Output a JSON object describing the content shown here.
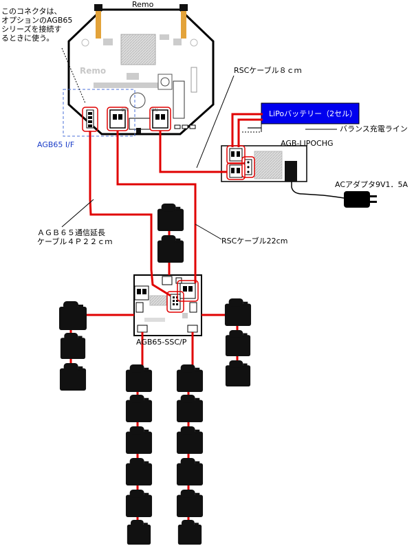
{
  "labels": {
    "remo_title": "Remo",
    "board_logo": "Remo",
    "connector_note": "このコネクタは、\nオプションのAGB65\nシリーズを接続す\nるときに使う。",
    "agb65_if": "AGB65 I/F",
    "rsc_cable_8cm": "RSCケーブル８ｃｍ",
    "lipo_battery": "LiPoバッテリー（2セル）",
    "balance_line": "バランス充電ライン",
    "agb_lipochg": "AGB-LIPOCHG",
    "ac_adapter": "ACアダプタ9V1．5A",
    "agb65_cable": "ＡＧＢ６５通信延長\nケーブル４Ｐ２２ｃｍ",
    "rsc_cable_22cm": "RSCケーブル22cm",
    "agb65_ssc": "AGB65-SSC/P",
    "pcb_off": "OFF",
    "pcb_on": "ON"
  },
  "colors": {
    "wire": "#e00000",
    "board_outline": "#000000",
    "battery_fill": "#0000ee",
    "label_blue": "#1a3cc8",
    "dashed_box": "#4a6fd8",
    "ribbon": "#e3a33a",
    "servo_fill": "#111111"
  },
  "servos": {
    "total_count": 20,
    "upper_chain_count": 2,
    "left_chain_count": 3,
    "right_chain_count": 3,
    "bottom_left_chain_count": 6,
    "bottom_right_chain_count": 6
  }
}
